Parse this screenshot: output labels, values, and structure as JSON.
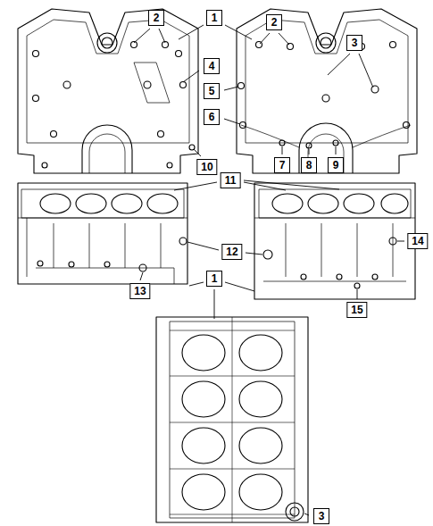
{
  "diagram": {
    "labels": [
      "2",
      "1",
      "2",
      "3",
      "4",
      "5",
      "6",
      "10",
      "7",
      "8",
      "9",
      "11",
      "12",
      "1",
      "13",
      "14",
      "15",
      "3"
    ]
  }
}
